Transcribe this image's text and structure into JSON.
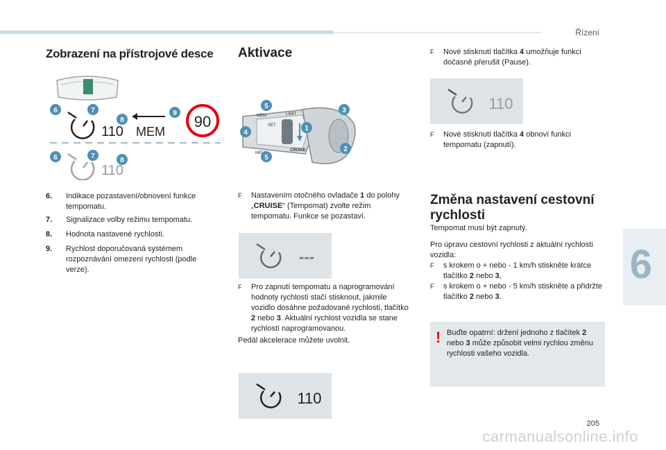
{
  "header": {
    "section": "Řízení",
    "tab_number": "6",
    "page_number": "205"
  },
  "watermark": "carmanualsonline.info",
  "col1": {
    "title": "Zobrazení na přístrojové desce",
    "figure": {
      "speed": "110",
      "mem": "MEM",
      "limit": "90",
      "callouts": [
        "6",
        "7",
        "8",
        "9",
        "6",
        "7",
        "8"
      ]
    },
    "items": [
      {
        "num": "6.",
        "text": "Indikace pozastavení/obnovení funkce tempomatu."
      },
      {
        "num": "7.",
        "text": "Signalizace volby režimu tempomatu."
      },
      {
        "num": "8.",
        "text": "Hodnota nastavené rychlosti."
      },
      {
        "num": "9.",
        "text": "Rychlost doporučovaná systémem rozpoznávání omezení rychlosti (podle verze)."
      }
    ]
  },
  "col2": {
    "title": "Aktivace",
    "figure": {
      "callouts": [
        "5",
        "3",
        "1",
        "4",
        "2",
        "5"
      ],
      "labels": [
        "MEM",
        "SET",
        "MEM",
        "LIMIT",
        "CRUISE"
      ]
    },
    "bullet1": {
      "mark": "F",
      "pre": "Nastavením otočného ovladače ",
      "b1": "1",
      "mid": " do polohy „",
      "b2": "CRUISE",
      "post": "“ (Tempomat) zvolte režim tempomatu. Funkce se pozastaví."
    },
    "panel1": {
      "value": "---"
    },
    "bullet2": {
      "mark": "F",
      "pre": "Pro zapnutí tempomatu a naprogramování hodnoty rychlosti stačí stisknout, jakmile vozidlo dosáhne požadované rychlosti, tlačítko ",
      "b1": "2",
      "mid": " nebo ",
      "b2": "3",
      "post": ". Aktuální rychlost vozidla se stane rychlostí naprogramovanou."
    },
    "note": "Pedál akcelerace můžete uvolnit.",
    "panel2": {
      "value": "110"
    }
  },
  "col3": {
    "bullet1": {
      "mark": "F",
      "pre": "Nové stisknutí tlačítka ",
      "b1": "4",
      "post": " umožňuje funkci dočasně přerušit (Pause)."
    },
    "panel1": {
      "value": "110"
    },
    "bullet2": {
      "mark": "F",
      "pre": "Nové stisknutí tlačítka ",
      "b1": "4",
      "post": " obnoví funkci tempomatu (zapnutí)."
    },
    "title": "Změna nastavení cestovní rychlosti",
    "p1": "Tempomat musí být zapnutý.",
    "p2": "Pro úpravu cestovní rychlosti z aktuální rychlosti vozidla:",
    "bullet3": {
      "mark": "F",
      "pre": "s krokem o + nebo - 1 km/h stiskněte krátce tlačítko ",
      "b1": "2",
      "mid": " nebo ",
      "b2": "3",
      "post": ","
    },
    "bullet4": {
      "mark": "F",
      "pre": "s krokem o + nebo - 5 km/h stiskněte a přidržte tlačítko ",
      "b1": "2",
      "mid": " nebo ",
      "b2": "3",
      "post": "."
    },
    "warning": {
      "icon": "!",
      "pre": "Buďte opatrní: držení jednoho z tlačítek ",
      "b1": "2",
      "mid": " nebo ",
      "b2": "3",
      "post": " může způsobit velmi rychlou změnu rychlosti vašeho vozidla."
    }
  },
  "colors": {
    "callout": "#4f8fb3",
    "warning": "#e30613",
    "panel": "#dde3e7"
  }
}
